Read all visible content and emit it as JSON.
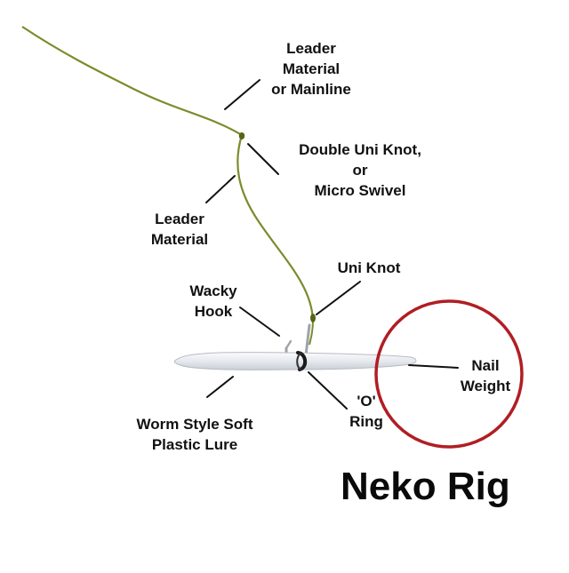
{
  "title": "Neko Rig",
  "labels": {
    "leader_mainline": [
      "Leader",
      "Material",
      "or Mainline"
    ],
    "double_uni": [
      "Double Uni Knot,",
      "or",
      "Micro Swivel"
    ],
    "leader": [
      "Leader",
      "Material"
    ],
    "uni_knot": [
      "Uni Knot"
    ],
    "wacky_hook": [
      "Wacky",
      "Hook"
    ],
    "nail_weight": [
      "Nail",
      "Weight"
    ],
    "o_ring": [
      "'O'",
      "Ring"
    ],
    "worm": [
      "Worm Style Soft",
      "Plastic Lure"
    ]
  },
  "colors": {
    "line": "#7a8c2c",
    "circle": "#b01e23",
    "pointer": "#111111",
    "lure": "#e9ecef"
  }
}
